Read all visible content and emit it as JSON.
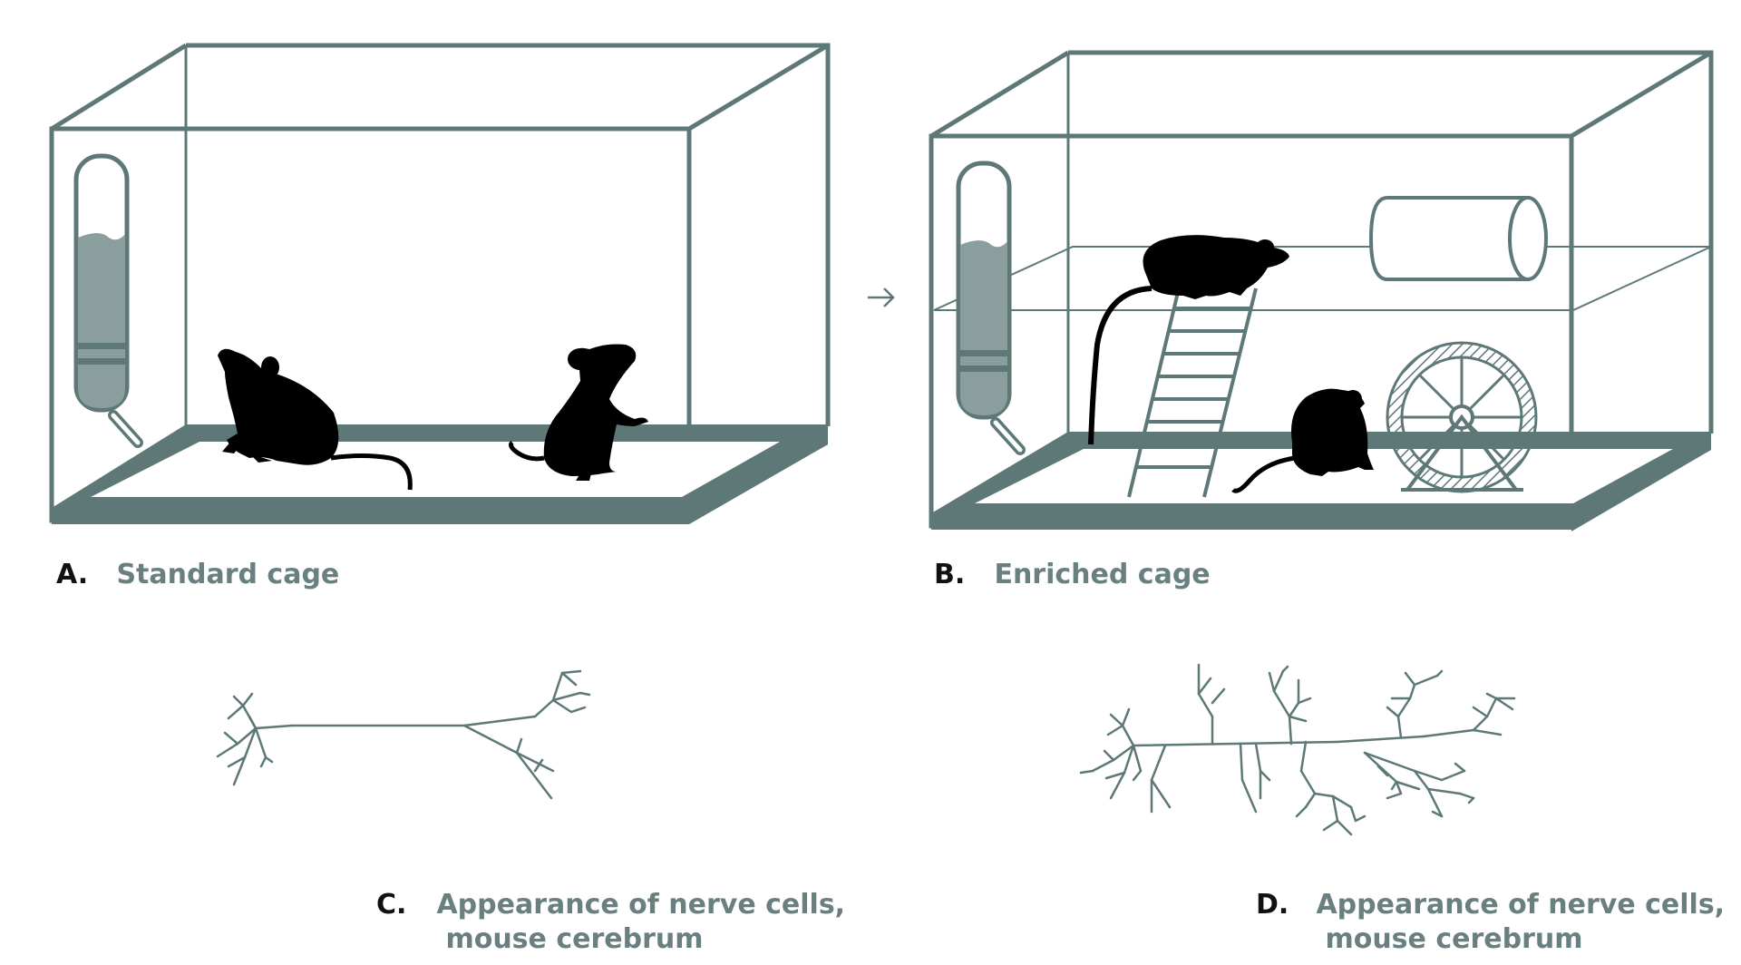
{
  "colors": {
    "frame": "#5e7878",
    "water": "#8a9e9e",
    "ink": "#000000",
    "caption_label": "#6a8080",
    "caption_letter": "#111111"
  },
  "panels": {
    "a": {
      "letter": "A.",
      "label": "Standard cage"
    },
    "b": {
      "letter": "B.",
      "label": "Enriched cage"
    },
    "c": {
      "letter": "C.",
      "line1": "Appearance of nerve cells,",
      "line2": "mouse cerebrum"
    },
    "d": {
      "letter": "D.",
      "line1": "Appearance of nerve cells,",
      "line2": "mouse cerebrum"
    }
  },
  "icons": {
    "arrow": "right-arrow-icon",
    "bottle": "water-bottle-icon",
    "mouse": "mouse-icon",
    "tube": "tunnel-tube-icon",
    "wheel": "exercise-wheel-icon",
    "ladder": "ladder-icon"
  }
}
